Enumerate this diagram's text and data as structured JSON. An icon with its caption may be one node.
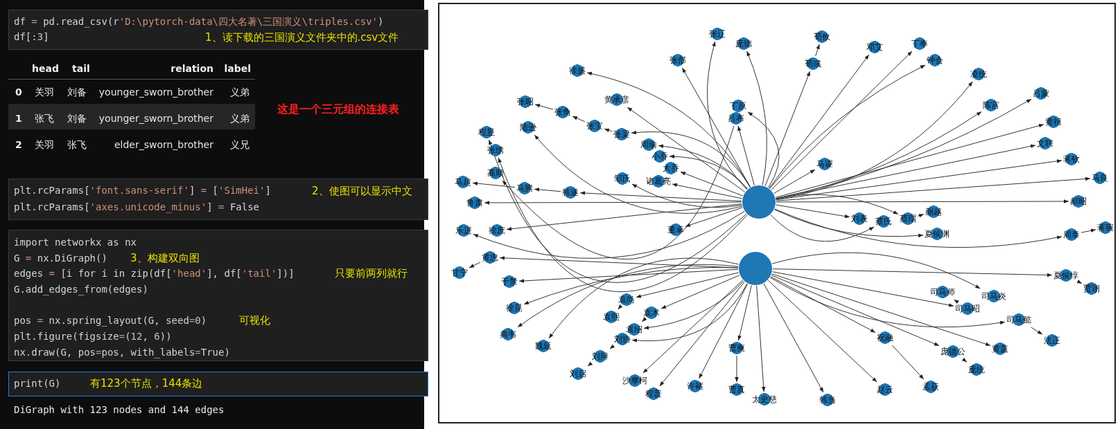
{
  "diagram": {
    "nodes": [
      {
        "text": [
          "张辽"
        ]
      },
      {
        "text": [
          "庞德"
        ]
      },
      {
        "text": [
          "荀攸"
        ]
      },
      {
        "text": [
          "邓艾"
        ]
      },
      {
        "text": [
          "丁奉"
        ]
      },
      {
        "text": [
          "张郃"
        ]
      },
      {
        "text": [
          "荀彧"
        ]
      },
      {
        "text": [
          "钟会"
        ]
      },
      {
        "text": [
          "徐盛"
        ]
      },
      {
        "text": [
          "凌统"
        ]
      },
      {
        "text": [
          "吕蒙"
        ]
      },
      {
        "text": [
          "黄承彦"
        ]
      },
      {
        "text": [
          "张昭"
        ]
      },
      {
        "text": [
          "陈宫"
        ]
      },
      {
        "text": [
          "丁原"
        ]
      },
      {
        "text": [
          "张角"
        ]
      },
      {
        "text": [
          "吕布"
        ]
      },
      {
        "text": [
          "黄祖"
        ]
      },
      {
        "text": [
          "张宝"
        ]
      },
      {
        "text": [
          "陆逊"
        ]
      },
      {
        "text": [
          "张梁"
        ]
      },
      {
        "text": [
          "程昱"
        ]
      },
      {
        "text": [
          "文聘"
        ]
      },
      {
        "text": [
          "周瑜"
        ]
      },
      {
        "text": [
          "张绣"
        ]
      },
      {
        "text": [
          "小乔"
        ]
      },
      {
        "text": [
          "蒋钦"
        ]
      },
      {
        "text": [
          "马谡"
        ]
      },
      {
        "text": [
          "大乔"
        ]
      },
      {
        "text": [
          "高顺"
        ]
      },
      {
        "text": [
          "诸葛亮"
        ]
      },
      {
        "text": [
          "邹氏"
        ]
      },
      {
        "text": [
          "马良"
        ]
      },
      {
        "text": [
          "马超"
        ]
      },
      {
        "text": [
          "马腾"
        ]
      },
      {
        "text": [
          "韩遂"
        ]
      },
      {
        "text": [
          "郝昭"
        ]
      },
      {
        "text": [
          "鲁肃"
        ]
      },
      {
        "text": [],
        "shape": "circle"
      },
      {
        "text": [
          "刘表"
        ]
      },
      {
        "text": [
          "蔡氏"
        ]
      },
      {
        "text": [
          "蔡瑁"
        ]
      },
      {
        "text": [
          "蒯越"
        ]
      },
      {
        "text": [
          "董卓"
        ]
      },
      {
        "text": [
          "乐进"
        ]
      },
      {
        "text": [
          "徐庶"
        ]
      },
      {
        "text": [
          "夏侯渊"
        ]
      },
      {
        "text": [
          "周泰"
        ]
      },
      {
        "text": [
          "蒋琬"
        ]
      },
      {
        "text": [
          "黄忠"
        ]
      },
      {
        "text": [
          "甘宁"
        ]
      },
      {
        "text": [],
        "shape": "circle"
      },
      {
        "text": [
          "夏侯惇"
        ]
      },
      {
        "text": [
          "于禁"
        ]
      },
      {
        "text": [
          "贾诩"
        ]
      },
      {
        "text": [
          "司马师"
        ]
      },
      {
        "text": [
          "袁尚"
        ]
      },
      {
        "text": [
          "司马炎"
        ]
      },
      {
        "text": [
          "司马昭"
        ]
      },
      {
        "text": [
          "徐晃"
        ]
      },
      {
        "text": [
          "袁术"
        ]
      },
      {
        "text": [
          "袁熙"
        ]
      },
      {
        "text": [
          "司马懿"
        ]
      },
      {
        "text": [
          "袁绍"
        ]
      },
      {
        "text": [
          "法正"
        ]
      },
      {
        "text": [
          "典韦"
        ]
      },
      {
        "text": [
          "祝融"
        ]
      },
      {
        "text": [
          "刘协"
        ]
      },
      {
        "text": [
          "魏延"
        ]
      },
      {
        "text": [
          "曹爽"
        ]
      },
      {
        "text": [
          "黄盖"
        ]
      },
      {
        "text": [
          "庞德公"
        ]
      },
      {
        "text": [
          "刘辩"
        ]
      },
      {
        "text": [
          "刘启"
        ]
      },
      {
        "text": [
          "庞统"
        ]
      },
      {
        "text": [
          "沙摩柯"
        ]
      },
      {
        "text": [
          "程普"
        ]
      },
      {
        "text": [
          "许褚"
        ]
      },
      {
        "text": [
          "孟获"
        ]
      },
      {
        "text": [
          "赵云"
        ]
      },
      {
        "text": [
          "曹真"
        ]
      },
      {
        "text": [
          "太史慈"
        ]
      },
      {
        "text": [
          "韩当"
        ]
      }
    ],
    "edges": [
      {
        "from": 38,
        "to": 0,
        "arrow": "to"
      },
      {
        "from": 38,
        "to": 1,
        "arrow": "to"
      },
      {
        "from": 38,
        "to": 6,
        "arrow": "to"
      },
      {
        "from": 6,
        "to": 2,
        "arrow": "to"
      },
      {
        "from": 38,
        "to": 3,
        "arrow": "to"
      },
      {
        "from": 38,
        "to": 4,
        "arrow": "to"
      },
      {
        "from": 38,
        "to": 7,
        "arrow": "to"
      },
      {
        "from": 38,
        "to": 5,
        "arrow": "to"
      },
      {
        "from": 38,
        "to": 8,
        "arrow": "to"
      },
      {
        "from": 38,
        "to": 9,
        "arrow": "to"
      },
      {
        "from": 38,
        "to": 10,
        "arrow": "to"
      },
      {
        "from": 38,
        "to": 11,
        "arrow": "to"
      },
      {
        "from": 38,
        "to": 13,
        "arrow": "to"
      },
      {
        "from": 38,
        "to": 14,
        "arrow": "to"
      },
      {
        "from": 38,
        "to": 16,
        "arrow": "to"
      },
      {
        "from": 38,
        "to": 17,
        "arrow": "to"
      },
      {
        "from": 38,
        "to": 20,
        "arrow": "to"
      },
      {
        "from": 20,
        "to": 18,
        "arrow": "to"
      },
      {
        "from": 18,
        "to": 15,
        "arrow": "to"
      },
      {
        "from": 15,
        "to": 12,
        "arrow": "to"
      },
      {
        "from": 38,
        "to": 19,
        "arrow": "to"
      },
      {
        "from": 38,
        "to": 21,
        "arrow": "to"
      },
      {
        "from": 38,
        "to": 22,
        "arrow": "to"
      },
      {
        "from": 38,
        "to": 23,
        "arrow": "to"
      },
      {
        "from": 38,
        "to": 24,
        "arrow": "to"
      },
      {
        "from": 38,
        "to": 25,
        "arrow": "to"
      },
      {
        "from": 38,
        "to": 26,
        "arrow": "to"
      },
      {
        "from": 38,
        "to": 27,
        "arrow": "to"
      },
      {
        "from": 38,
        "to": 28,
        "arrow": "to"
      },
      {
        "from": 16,
        "to": 29,
        "arrow": "to"
      },
      {
        "from": 38,
        "to": 30,
        "arrow": "to"
      },
      {
        "from": 38,
        "to": 31,
        "arrow": "to"
      },
      {
        "from": 38,
        "to": 32,
        "arrow": "to"
      },
      {
        "from": 35,
        "to": 34,
        "arrow": "to"
      },
      {
        "from": 34,
        "to": 33,
        "arrow": "to"
      },
      {
        "from": 38,
        "to": 35,
        "arrow": "to"
      },
      {
        "from": 38,
        "to": 36,
        "arrow": "to"
      },
      {
        "from": 38,
        "to": 37,
        "arrow": "to"
      },
      {
        "from": 38,
        "to": 39,
        "arrow": "to"
      },
      {
        "from": 38,
        "to": 40,
        "arrow": "to"
      },
      {
        "from": 38,
        "to": 41,
        "arrow": "to"
      },
      {
        "from": 41,
        "to": 42,
        "arrow": "to"
      },
      {
        "from": 38,
        "to": 43,
        "arrow": "to"
      },
      {
        "from": 38,
        "to": 44,
        "arrow": "to"
      },
      {
        "from": 38,
        "to": 45,
        "arrow": "to"
      },
      {
        "from": 38,
        "to": 46,
        "arrow": "to"
      },
      {
        "from": 38,
        "to": 47,
        "arrow": "to"
      },
      {
        "from": 47,
        "to": 48,
        "arrow": "to"
      },
      {
        "from": 51,
        "to": 49,
        "arrow": "to"
      },
      {
        "from": 49,
        "to": 50,
        "arrow": "to"
      },
      {
        "from": 51,
        "to": 52,
        "arrow": "to"
      },
      {
        "from": 52,
        "to": 54,
        "arrow": "to"
      },
      {
        "from": 51,
        "to": 53,
        "arrow": "to"
      },
      {
        "from": 51,
        "to": 58,
        "arrow": "to"
      },
      {
        "from": 58,
        "to": 55,
        "arrow": "to"
      },
      {
        "from": 51,
        "to": 57,
        "arrow": "to"
      },
      {
        "from": 51,
        "to": 62,
        "arrow": "to"
      },
      {
        "from": 62,
        "to": 64,
        "arrow": "to"
      },
      {
        "from": 51,
        "to": 59,
        "arrow": "to"
      },
      {
        "from": 51,
        "to": 56,
        "arrow": "to"
      },
      {
        "from": 56,
        "to": 61,
        "arrow": "to"
      },
      {
        "from": 51,
        "to": 60,
        "arrow": "to"
      },
      {
        "from": 60,
        "to": 63,
        "arrow": "to"
      },
      {
        "from": 51,
        "to": 63,
        "arrow": "to"
      },
      {
        "from": 51,
        "to": 67,
        "arrow": "to"
      },
      {
        "from": 67,
        "to": 72,
        "arrow": "to"
      },
      {
        "from": 72,
        "to": 73,
        "arrow": "to"
      },
      {
        "from": 51,
        "to": 65,
        "arrow": "to"
      },
      {
        "from": 51,
        "to": 66,
        "arrow": "to"
      },
      {
        "from": 66,
        "to": 78,
        "arrow": "to"
      },
      {
        "from": 51,
        "to": 68,
        "arrow": "to"
      },
      {
        "from": 51,
        "to": 69,
        "arrow": "to"
      },
      {
        "from": 69,
        "to": 80,
        "arrow": "to"
      },
      {
        "from": 51,
        "to": 70,
        "arrow": "to"
      },
      {
        "from": 51,
        "to": 71,
        "arrow": "to"
      },
      {
        "from": 71,
        "to": 74,
        "arrow": "to"
      },
      {
        "from": 51,
        "to": 75,
        "arrow": "to"
      },
      {
        "from": 51,
        "to": 76,
        "arrow": "to"
      },
      {
        "from": 51,
        "to": 77,
        "arrow": "to"
      },
      {
        "from": 51,
        "to": 79,
        "arrow": "to"
      },
      {
        "from": 51,
        "to": 81,
        "arrow": "to"
      },
      {
        "from": 51,
        "to": 82,
        "arrow": "to"
      }
    ],
    "labels": [
      "df = pd.read_csv(r'D:\\pytorch-data\\四大名著\\三国演义\\triples.csv')",
      "df[:3]",
      "1、读下载的三国演义文件夹中的.csv文件",
      "head",
      "tail",
      "relation",
      "label",
      "0",
      "关羽",
      "刘备",
      "younger_sworn_brother",
      "义弟",
      "1",
      "张飞",
      "刘备",
      "younger_sworn_brother",
      "义弟",
      "2",
      "关羽",
      "张飞",
      "elder_sworn_brother",
      "义兄",
      "这是一个三元组的连接表",
      "plt.rcParams['font.sans-serif'] = ['SimHei']",
      "2、使图可以显示中文",
      "plt.rcParams['axes.unicode_minus'] = False",
      "import networkx as nx",
      "G = nx.DiGraph()",
      "3、构建双向图",
      "edges = [i for i in zip(df['head'], df['tail'])]",
      "只要前两列就行",
      "G.add_edges_from(edges)",
      "pos = nx.spring_layout(G, seed=0)",
      "可视化",
      "plt.figure(figsize=(12, 6))",
      "nx.draw(G, pos=pos, with_labels=True)",
      "print(G)",
      "有123个节点，144条边",
      "DiGraph with 123 nodes and 144 edges"
    ]
  }
}
